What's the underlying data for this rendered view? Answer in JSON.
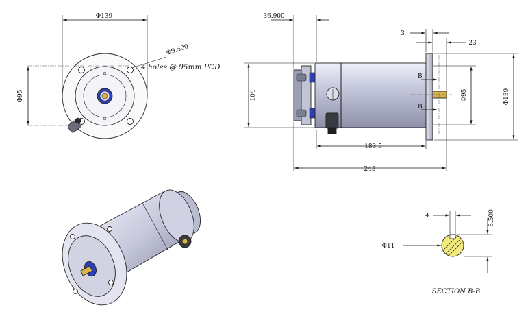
{
  "front_view": {
    "flange_diameter": "139",
    "hole_diameter": "9.500",
    "hole_note": "4 holes @ 95mm PCD",
    "pcd_diameter": "95"
  },
  "side_view": {
    "flange_offset": "36.900",
    "flange_thickness": "3",
    "shaft_length": "23",
    "body_height": "104",
    "body_length": "183.5",
    "overall_length": "243",
    "pilot_diameter": "95",
    "flange_diameter": "139",
    "section_mark_top": "B",
    "section_mark_bottom": "B"
  },
  "section_view": {
    "key_width": "4",
    "key_depth": "8.500",
    "shaft_diameter": "11",
    "caption": "SECTION B-B"
  },
  "symbols": {
    "diameter": "Φ"
  },
  "colors": {
    "body": "#c9cbe0",
    "flange": "#d7d8e6",
    "bearing": "#2d3fb5",
    "shaft": "#d8b24a",
    "section_fill": "#f2ea7a"
  }
}
